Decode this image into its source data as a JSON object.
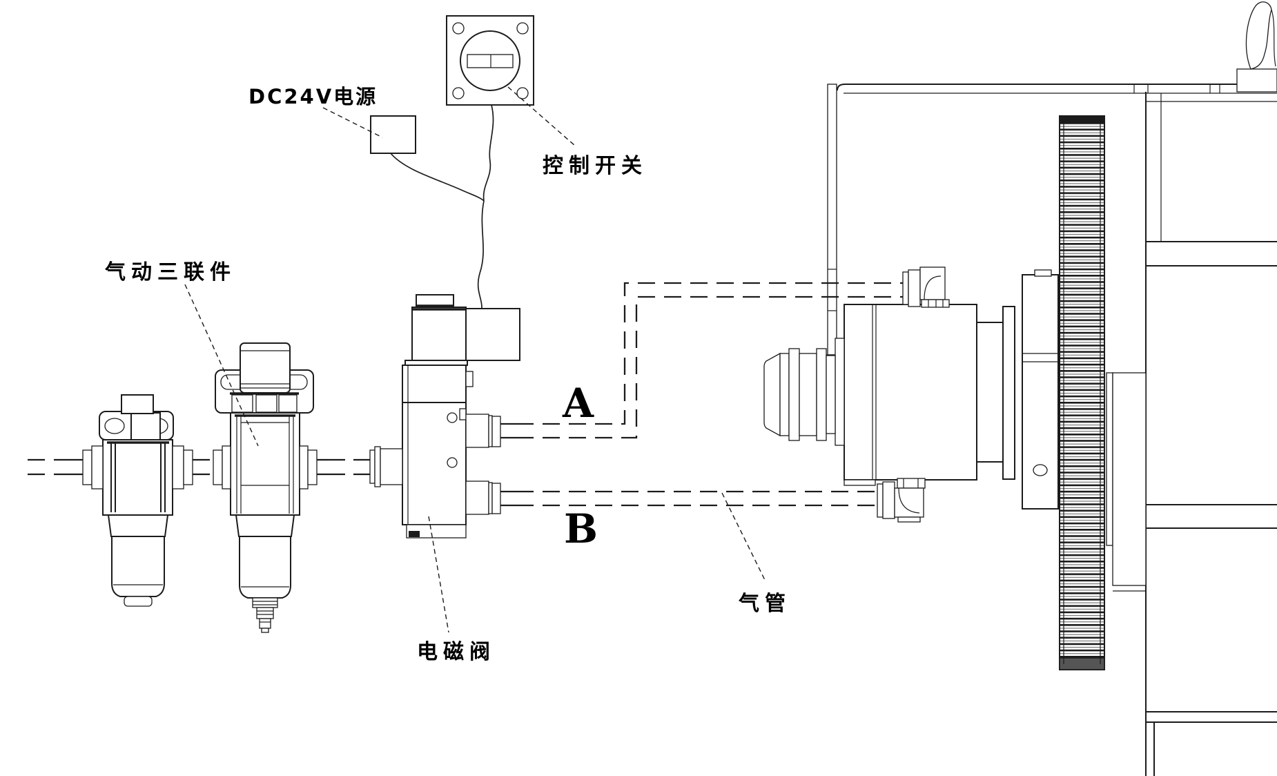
{
  "diagram": {
    "type": "pneumatic-control-system-schematic",
    "labels": {
      "power_supply": "DC24V电源",
      "control_switch": "控制开关",
      "pneumatic_triple_unit": "气动三联件",
      "solenoid_valve": "电磁阀",
      "air_pipe": "气管",
      "port_a": "A",
      "port_b": "B"
    },
    "colors": {
      "line": "#1b1b1b",
      "background": "#ffffff"
    }
  }
}
